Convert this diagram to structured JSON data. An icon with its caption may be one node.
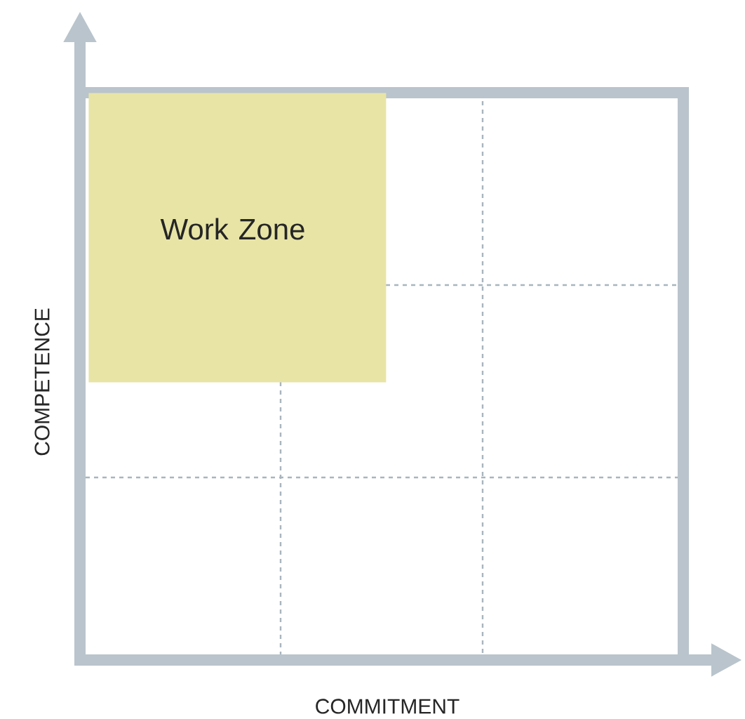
{
  "diagram": {
    "nodes": [
      {
        "text": [
          "Work Zone"
        ]
      }
    ],
    "labels": [
      "COMPETENCE",
      "COMMITMENT"
    ]
  }
}
